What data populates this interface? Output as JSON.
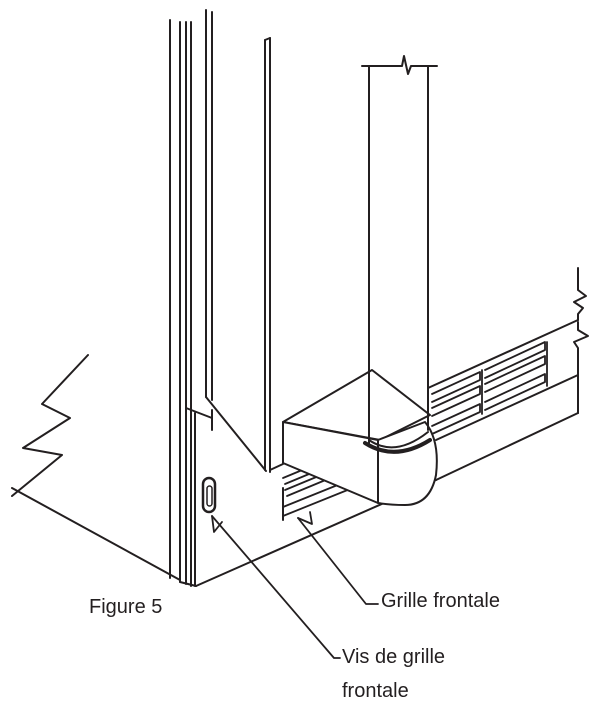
{
  "figure": {
    "caption": "Figure 5"
  },
  "callouts": {
    "front_grille": "Grille frontale",
    "front_grille_screw_line1": "Vis de grille",
    "front_grille_screw_line2": "frontale"
  },
  "colors": {
    "ink": "#231f20",
    "background": "#ffffff"
  }
}
